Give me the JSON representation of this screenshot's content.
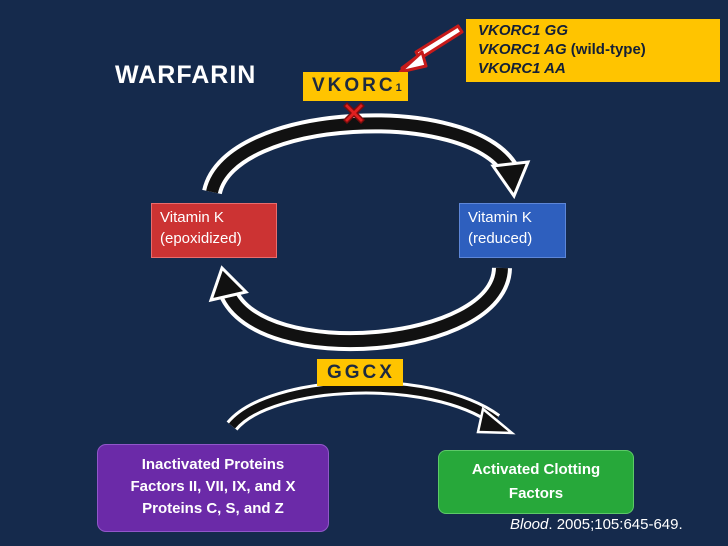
{
  "title": "WARFARIN",
  "enzymes": {
    "vkorc_main": "VKORC",
    "vkorc_sub": "1",
    "ggcx": "GGCX"
  },
  "genotypes": [
    {
      "gene": "VKORC1 GG",
      "note": ""
    },
    {
      "gene": "VKORC1 AG",
      "note": " (wild-type)"
    },
    {
      "gene": "VKORC1 AA",
      "note": ""
    }
  ],
  "boxes": {
    "vitamin_k_epoxidized": [
      "Vitamin K",
      "(epoxidized)"
    ],
    "vitamin_k_reduced": [
      "Vitamin K",
      "(reduced)"
    ],
    "inactivated": [
      "Inactivated Proteins",
      "Factors II, VII, IX, and X",
      "Proteins C, S, and Z"
    ],
    "activated": [
      "Activated Clotting",
      "Factors"
    ]
  },
  "citation": {
    "journal": "Blood",
    "details": ". 2005;105:645-649."
  },
  "colors": {
    "background": "#152a4c",
    "label_yellow": "#ffc400",
    "vitk_epox": "#cc3333",
    "vitk_red": "#2e5fbe",
    "inactivated": "#6b2aa8",
    "activated": "#27a83a",
    "inhibit_x": "#e02020"
  }
}
